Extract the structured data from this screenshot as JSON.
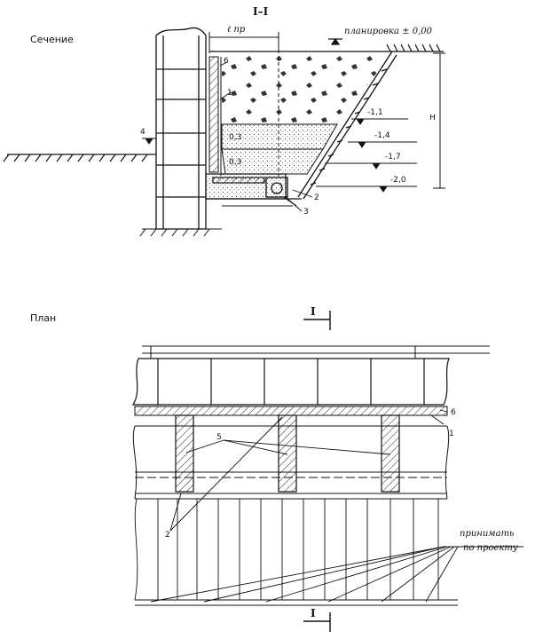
{
  "section": {
    "title": "I–I",
    "caption": "Сечение",
    "grade_label": "планировка ± 0,00",
    "dim_l": "ℓ пр",
    "dim_h": "Н",
    "layer_1": "0,3",
    "layer_2": "0,3",
    "levels": [
      "-1,1",
      "-1,4",
      "-1,7",
      "-2,0"
    ],
    "callouts": {
      "n1": "1",
      "n2": "2",
      "n3": "3",
      "n4": "4",
      "n6": "6"
    }
  },
  "plan": {
    "caption": "План",
    "cut_top": "I",
    "cut_bottom": "I",
    "callouts": {
      "n1": "1",
      "n2": "2",
      "n5": "5",
      "n6": "6"
    },
    "note_line1": "принимать",
    "note_line2": "по проекту"
  }
}
